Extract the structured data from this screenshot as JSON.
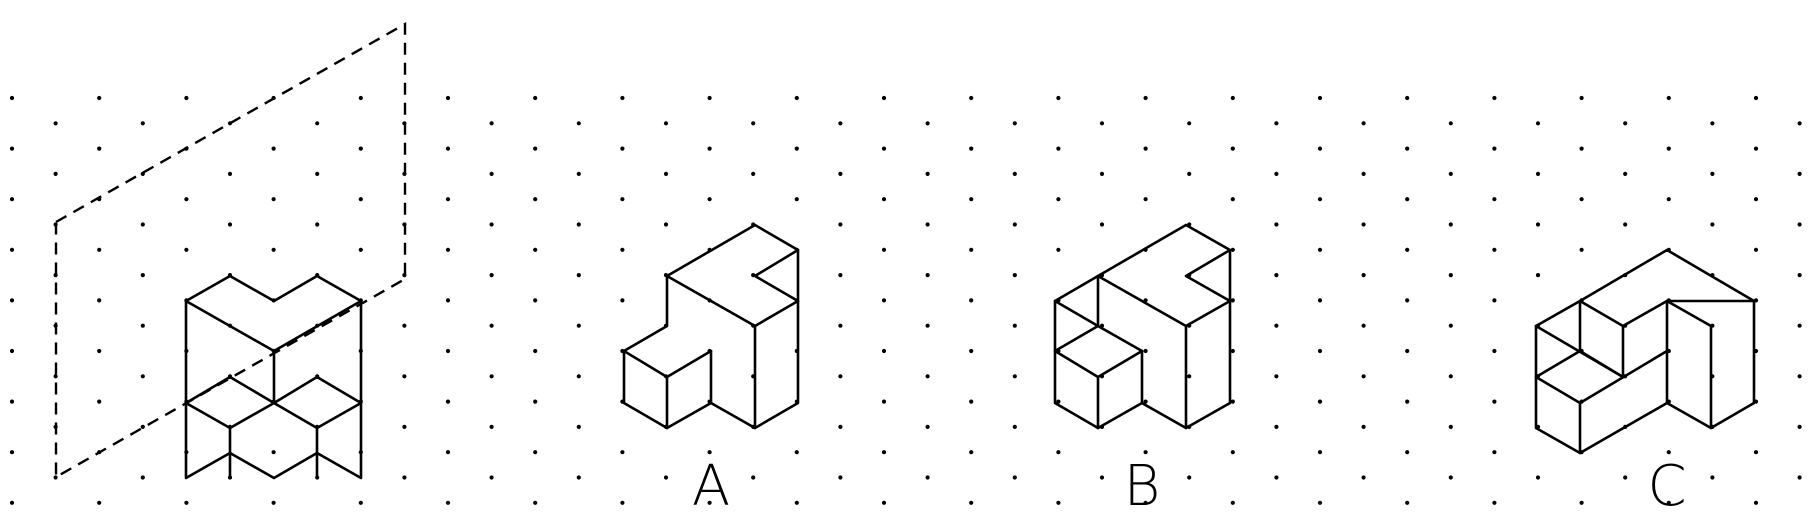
{
  "options": [
    {
      "label": "A"
    },
    {
      "label": "B"
    },
    {
      "label": "C"
    }
  ],
  "colors": {
    "line": "#000000",
    "background": "#ffffff"
  }
}
